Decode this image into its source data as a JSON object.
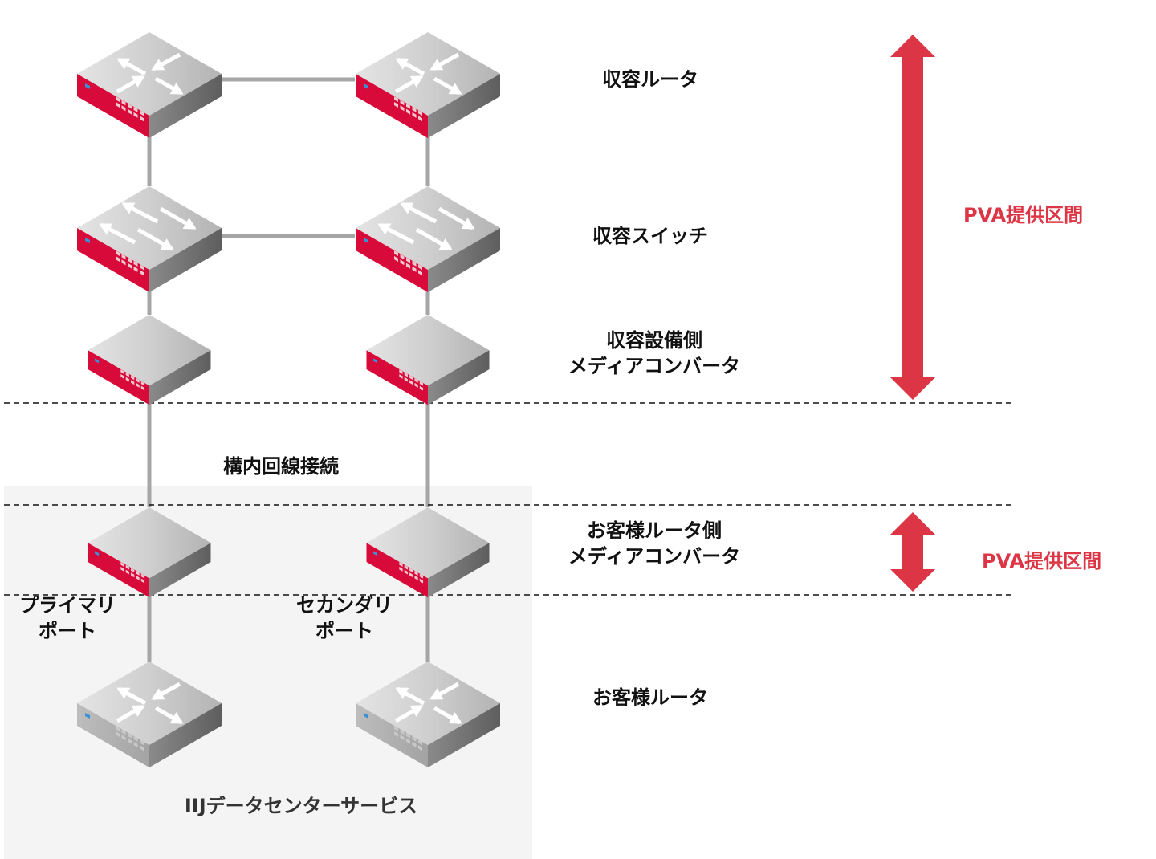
{
  "diagram": {
    "colors": {
      "accent_red": "#dc3545",
      "device_red": "#d70a3a",
      "line_gray": "#a6a6a6",
      "dc_area_bg": "#f4f4f4",
      "text": "#111111"
    },
    "tiers": [
      {
        "id": "access-router",
        "label": "収容ルータ",
        "device": "router",
        "style": "red"
      },
      {
        "id": "access-switch",
        "label": "収容スイッチ",
        "device": "switch",
        "style": "red"
      },
      {
        "id": "facility-media-converter",
        "label": "収容設備側\nメディアコンバータ",
        "device": "media-converter",
        "style": "red"
      },
      {
        "id": "customer-media-converter",
        "label": "お客様ルータ側\nメディアコンバータ",
        "device": "media-converter",
        "style": "red"
      },
      {
        "id": "customer-router",
        "label": "お客様ルータ",
        "device": "router",
        "style": "gray"
      }
    ],
    "connection_label": "構内回線接続",
    "ports": {
      "primary": "プライマリ\nポート",
      "secondary": "セカンダリ\nポート"
    },
    "datacenter_label": "IIJデータセンターサービス",
    "pva_sections": [
      {
        "label": "PVA提供区間",
        "from_tier": "access-router",
        "to_tier": "facility-media-converter"
      },
      {
        "label": "PVA提供区間",
        "from_tier": "customer-media-converter",
        "to_tier": "customer-media-converter"
      }
    ]
  }
}
